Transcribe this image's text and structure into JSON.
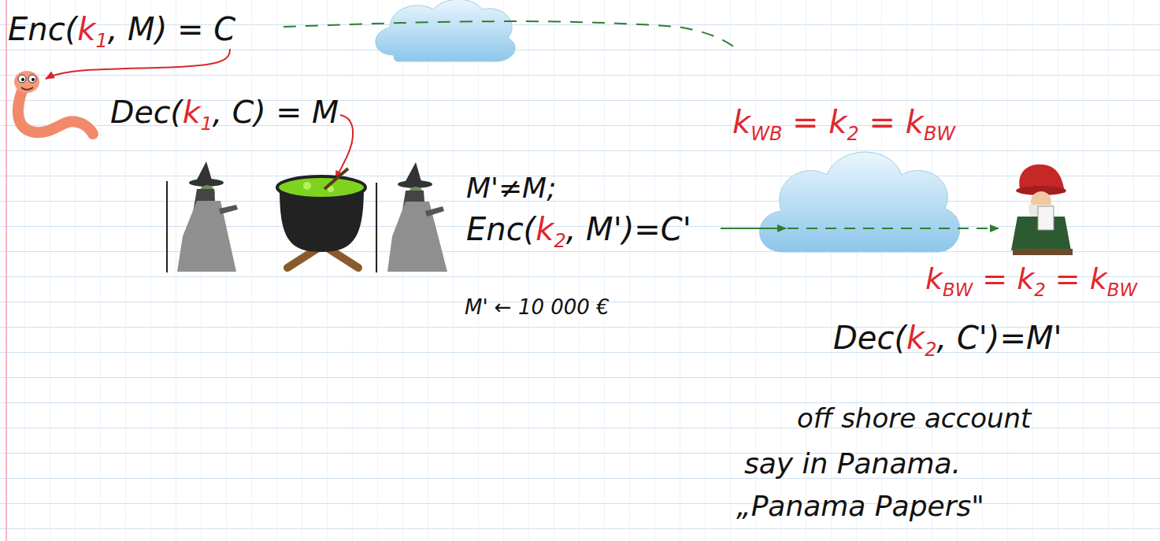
{
  "diagram": {
    "labels": [
      "Enc(k1, M) = C",
      "Dec(k1, C) = M",
      "kWB = k2 = kBW",
      "M'≠M;",
      "Enc(k2, M')=C'",
      "M' ← 10 000 €",
      "kBW = k2 = kBW",
      "Dec(k2, C')=M'",
      "off shore account",
      "say in Panama.",
      "„Panama Papers\""
    ]
  }
}
